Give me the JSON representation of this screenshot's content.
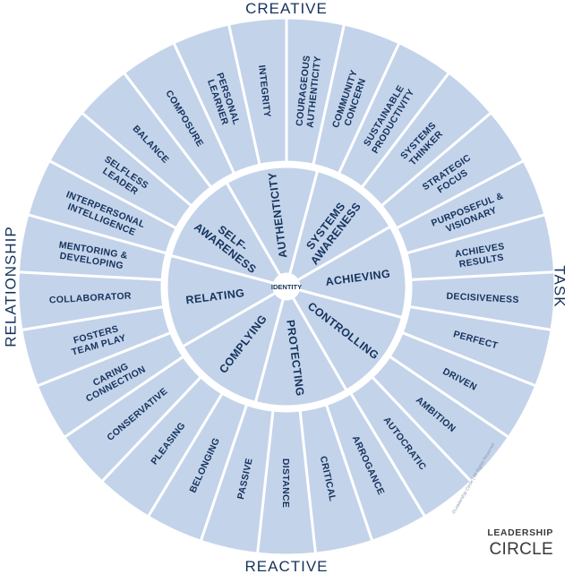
{
  "directions": {
    "top": "CREATIVE",
    "bottom": "REACTIVE",
    "left": "RELATIONSHIP",
    "right": "TASK"
  },
  "center_label": "IDENTITY",
  "inner_segments": [
    [
      "AUTHENTICITY"
    ],
    [
      "SYSTEMS",
      "AWARENESS"
    ],
    [
      "ACHIEVING"
    ],
    [
      "CONTROLLING"
    ],
    [
      "PROTECTING"
    ],
    [
      "COMPLYING"
    ],
    [
      "RELATING"
    ],
    [
      "SELF-",
      "AWARENESS"
    ]
  ],
  "outer_segments": [
    [
      "COURAGEOUS",
      "AUTHENTICITY"
    ],
    [
      "COMMUNITY",
      "CONCERN"
    ],
    [
      "SUSTAINABLE",
      "PRODUCTIVITY"
    ],
    [
      "SYSTEMS",
      "THINKER"
    ],
    [
      "STRATEGIC",
      "FOCUS"
    ],
    [
      "PURPOSEFUL &",
      "VISIONARY"
    ],
    [
      "ACHIEVES",
      "RESULTS"
    ],
    [
      "DECISIVENESS"
    ],
    [
      "PERFECT"
    ],
    [
      "DRIVEN"
    ],
    [
      "AMBITION"
    ],
    [
      "AUTOCRATIC"
    ],
    [
      "ARROGANCE"
    ],
    [
      "CRITICAL"
    ],
    [
      "DISTANCE"
    ],
    [
      "PASSIVE"
    ],
    [
      "BELONGING"
    ],
    [
      "PLEASING"
    ],
    [
      "CONSERVATIVE"
    ],
    [
      "CARING",
      "CONNECTION"
    ],
    [
      "FOSTERS",
      "TEAM PLAY"
    ],
    [
      "COLLABORATOR"
    ],
    [
      "MENTORING &",
      "DEVELOPING"
    ],
    [
      "INTERPERSONAL",
      "INTELLIGENCE"
    ],
    [
      "SELFLESS",
      "LEADER"
    ],
    [
      "BALANCE"
    ],
    [
      "COMPOSURE"
    ],
    [
      "PERSONAL",
      "LEARNER"
    ],
    [
      "INTEGRITY"
    ]
  ],
  "copyright": "©Leadership Circle  |  All Rights Reserved",
  "logo": {
    "line1": "LEADERSHIP",
    "line2": "CIRCLE"
  },
  "colors": {
    "segment_fill": "#c3d3ea",
    "text": "#16335c",
    "background": "#ffffff"
  }
}
